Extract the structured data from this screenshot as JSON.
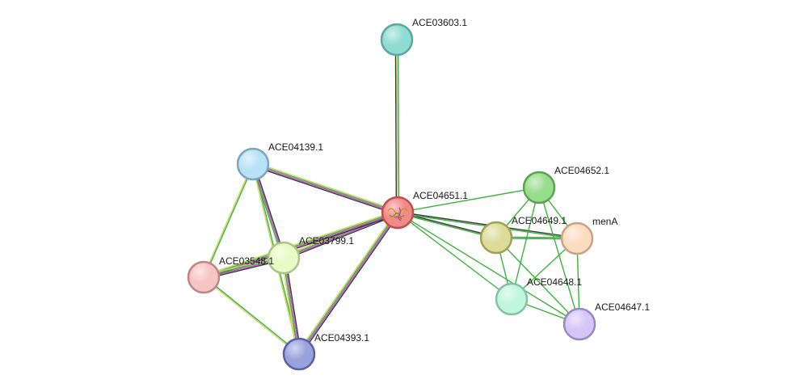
{
  "nodes": [
    {
      "id": "ACE03603.1",
      "label": "ACE03603.1",
      "fill": "#8fdcd2",
      "stroke": "#5aa89e"
    },
    {
      "id": "ACE04139.1",
      "label": "ACE04139.1",
      "fill": "#b8e2f7",
      "stroke": "#7aa6c2"
    },
    {
      "id": "ACE04651.1",
      "label": "ACE04651.1",
      "fill": "#f08a88",
      "stroke": "#c0504e",
      "center": true
    },
    {
      "id": "ACE04652.1",
      "label": "ACE04652.1",
      "fill": "#98dd8c",
      "stroke": "#5aa452"
    },
    {
      "id": "ACE04649.1",
      "label": "ACE04649.1",
      "fill": "#dcdc98",
      "stroke": "#a0a05a"
    },
    {
      "id": "menA",
      "label": "menA",
      "fill": "#fcdcc0",
      "stroke": "#c8a484"
    },
    {
      "id": "ACE03799.1",
      "label": "ACE03799.1",
      "fill": "#e6fcc4",
      "stroke": "#a8c486"
    },
    {
      "id": "ACE03548.1",
      "label": "ACE03548.1",
      "fill": "#f7c4c4",
      "stroke": "#c08686"
    },
    {
      "id": "ACE04648.1",
      "label": "ACE04648.1",
      "fill": "#c0f6dc",
      "stroke": "#84c2a4"
    },
    {
      "id": "ACE04647.1",
      "label": "ACE04647.1",
      "fill": "#d6c6f8",
      "stroke": "#9a88c4"
    },
    {
      "id": "ACE04393.1",
      "label": "ACE04393.1",
      "fill": "#9aa2dc",
      "stroke": "#5a62a4"
    }
  ],
  "edges": [
    {
      "source": "ACE04651.1",
      "target": "ACE03603.1",
      "colors": [
        "#3a3a3a",
        "#d4d46a",
        "#3cb43c"
      ]
    },
    {
      "source": "ACE04651.1",
      "target": "ACE04139.1",
      "colors": [
        "#3a3a3a",
        "#cc44cc",
        "#3cb43c",
        "#d4d46a"
      ]
    },
    {
      "source": "ACE04651.1",
      "target": "ACE03799.1",
      "colors": [
        "#3a3a3a",
        "#cc44cc",
        "#3cb43c",
        "#d4d46a"
      ]
    },
    {
      "source": "ACE04651.1",
      "target": "ACE03548.1",
      "colors": [
        "#3a3a3a",
        "#cc44cc",
        "#3cb43c",
        "#d4d46a"
      ]
    },
    {
      "source": "ACE04651.1",
      "target": "ACE04393.1",
      "colors": [
        "#3a3a3a",
        "#cc44cc",
        "#3cb43c",
        "#d4d46a"
      ]
    },
    {
      "source": "ACE04651.1",
      "target": "ACE04652.1",
      "colors": [
        "#3cb43c"
      ]
    },
    {
      "source": "ACE04651.1",
      "target": "ACE04649.1",
      "colors": [
        "#3a3a3a",
        "#3cb43c"
      ]
    },
    {
      "source": "ACE04651.1",
      "target": "menA",
      "colors": [
        "#3a3a3a",
        "#3cb43c"
      ]
    },
    {
      "source": "ACE04651.1",
      "target": "ACE04648.1",
      "colors": [
        "#3cb43c"
      ]
    },
    {
      "source": "ACE04651.1",
      "target": "ACE04647.1",
      "colors": [
        "#3cb43c"
      ]
    },
    {
      "source": "ACE04139.1",
      "target": "ACE03799.1",
      "colors": [
        "#3a3a3a",
        "#cc44cc",
        "#3cb43c"
      ]
    },
    {
      "source": "ACE04139.1",
      "target": "ACE03548.1",
      "colors": [
        "#3cb43c",
        "#d4d46a"
      ]
    },
    {
      "source": "ACE04139.1",
      "target": "ACE04393.1",
      "colors": [
        "#3cb43c",
        "#d4d46a"
      ]
    },
    {
      "source": "ACE03799.1",
      "target": "ACE03548.1",
      "colors": [
        "#3a3a3a",
        "#cc44cc",
        "#3cb43c",
        "#d4d46a"
      ]
    },
    {
      "source": "ACE03799.1",
      "target": "ACE04393.1",
      "colors": [
        "#3a3a3a",
        "#cc44cc",
        "#3cb43c",
        "#d4d46a"
      ]
    },
    {
      "source": "ACE03548.1",
      "target": "ACE04393.1",
      "colors": [
        "#3cb43c",
        "#d4d46a"
      ]
    },
    {
      "source": "ACE04652.1",
      "target": "ACE04649.1",
      "colors": [
        "#3cb43c"
      ]
    },
    {
      "source": "ACE04652.1",
      "target": "menA",
      "colors": [
        "#3cb43c"
      ]
    },
    {
      "source": "ACE04652.1",
      "target": "ACE04648.1",
      "colors": [
        "#3cb43c"
      ]
    },
    {
      "source": "ACE04652.1",
      "target": "ACE04647.1",
      "colors": [
        "#3cb43c"
      ]
    },
    {
      "source": "ACE04649.1",
      "target": "menA",
      "colors": [
        "#3cb43c",
        "#3cb43c"
      ]
    },
    {
      "source": "ACE04649.1",
      "target": "ACE04648.1",
      "colors": [
        "#3cb43c"
      ]
    },
    {
      "source": "ACE04649.1",
      "target": "ACE04647.1",
      "colors": [
        "#3cb43c"
      ]
    },
    {
      "source": "menA",
      "target": "ACE04648.1",
      "colors": [
        "#3cb43c"
      ]
    },
    {
      "source": "menA",
      "target": "ACE04647.1",
      "colors": [
        "#3cb43c"
      ]
    },
    {
      "source": "ACE04648.1",
      "target": "ACE04647.1",
      "colors": [
        "#3cb43c"
      ]
    }
  ]
}
